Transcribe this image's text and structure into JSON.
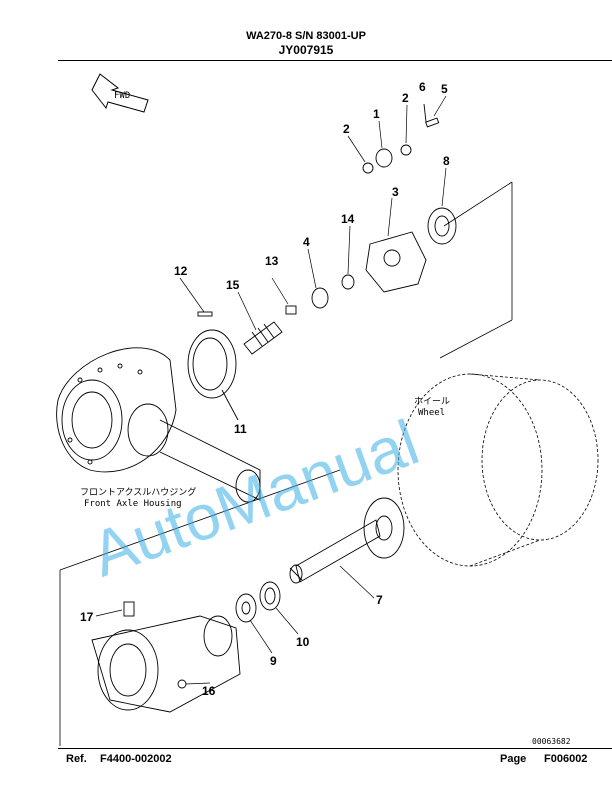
{
  "header": {
    "model": "WA270-8 S/N 83001-UP",
    "part_number": "JY007915"
  },
  "diagram": {
    "fwd_label": "FWD",
    "labels": {
      "front_axle_jp": "フロントアクスルハウジング",
      "front_axle_en": "Front Axle Housing",
      "wheel_jp": "ホイール",
      "wheel_en": "Wheel"
    },
    "callouts": [
      "1",
      "2",
      "2",
      "3",
      "4",
      "5",
      "6",
      "7",
      "8",
      "9",
      "10",
      "11",
      "12",
      "13",
      "14",
      "15",
      "16",
      "17"
    ],
    "drawing_code": "00063682",
    "watermark": "AutoManual"
  },
  "footer": {
    "ref_label": "Ref.",
    "ref_value": "F4400-002002",
    "page_label": "Page",
    "page_value": "F006002"
  }
}
